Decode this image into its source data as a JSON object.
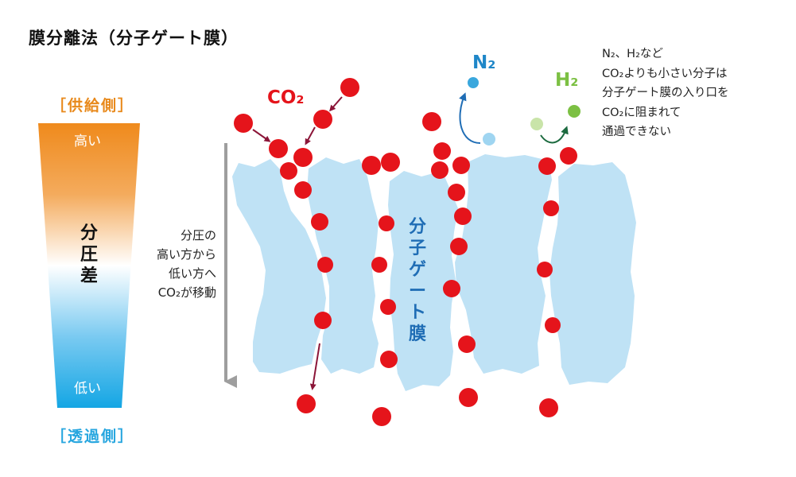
{
  "title": "膜分離法（分子ゲート膜）",
  "feed_side_label": "［供給側］",
  "permeate_side_label": "［透過側］",
  "gradient_high": "高い",
  "gradient_low": "低い",
  "pressure_difference": [
    "分",
    "圧",
    "差"
  ],
  "movement_note": [
    "分圧の",
    "高い方から",
    "低い方へ",
    "CO₂が移動"
  ],
  "co2_label": "CO₂",
  "n2_label": "N₂",
  "h2_label": "H₂",
  "membrane_label": [
    "分",
    "子",
    "ゲ",
    "ー",
    "ト",
    "膜"
  ],
  "blocked_note": [
    "N₂、H₂など",
    "CO₂よりも小さい分子は",
    "分子ゲート膜の入り口を",
    "CO₂に阻まれて",
    "通過できない"
  ],
  "colors": {
    "co2": "#e5141b",
    "membrane": "#bfe2f5",
    "n2": "#3aa7dd",
    "h2": "#7cc043",
    "feed": "#ef8a1c",
    "permeate": "#1aa8e4",
    "arrow": "#8b1538"
  }
}
